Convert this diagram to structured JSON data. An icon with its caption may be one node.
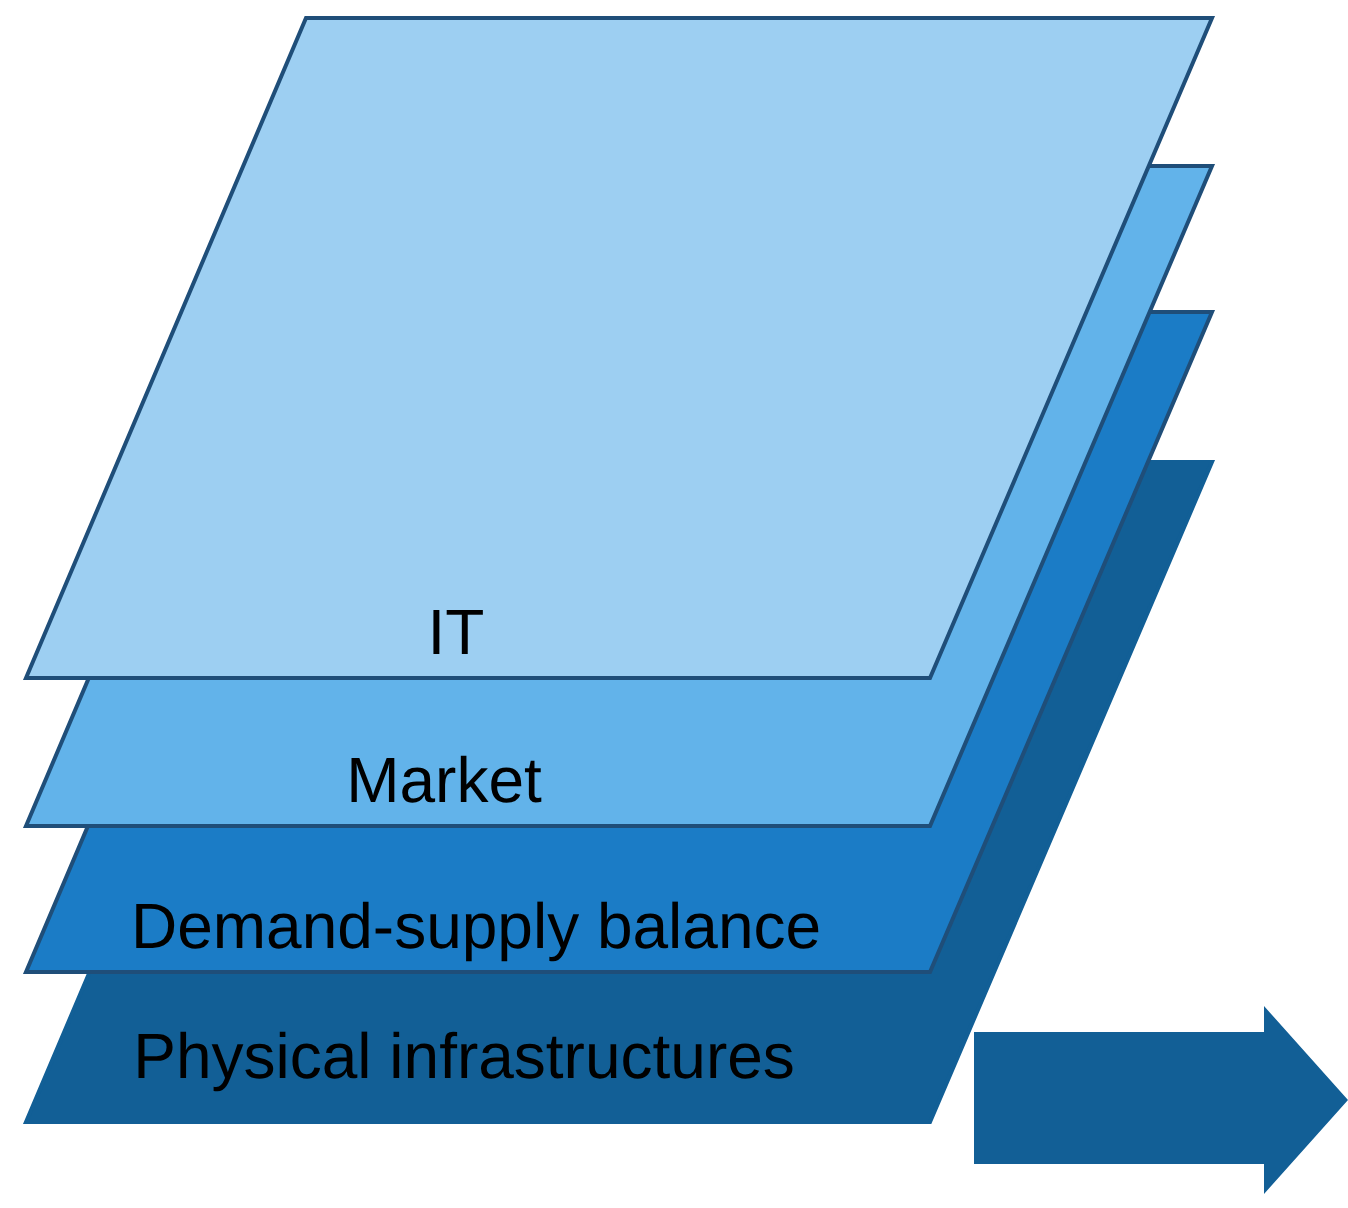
{
  "diagram": {
    "nodes": [
      {
        "text": [
          "IT"
        ]
      },
      {
        "text": [
          "Market"
        ]
      },
      {
        "text": [
          "Demand-supply balance"
        ]
      },
      {
        "text": [
          "Physical infrastructures"
        ]
      }
    ]
  }
}
